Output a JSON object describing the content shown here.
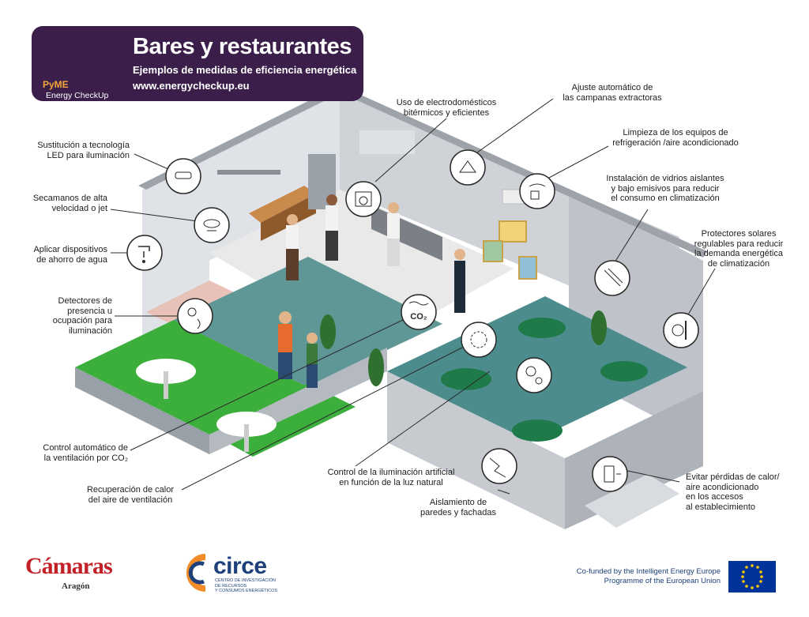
{
  "header": {
    "brand_top": "PyME",
    "brand_sub": "Energy CheckUp",
    "title": "Bares y restaurantes",
    "subtitle": "Ejemplos de medidas de eficiencia energética",
    "url": "www.energycheckup.eu"
  },
  "labels": {
    "led": "Sustitución a tecnología\nLED para iluminación",
    "secamanos": "Secamanos de alta\nvelocidad o jet",
    "agua": "Aplicar dispositivos\nde ahorro de agua",
    "detectores": "Detectores de\npresencia u\nocupación para\niluminación",
    "co2": "Control automático de\nla ventilación por CO₂",
    "recuperacion": "Recuperación de calor\ndel aire de ventilación",
    "electro": "Uso de electrodomésticos\nbitérmicos y eficientes",
    "campanas": "Ajuste automático de\nlas campanas extractoras",
    "limpieza": "Limpieza de los equipos de\nrefrigeración /aire acondicionado",
    "vidrios": "Instalación de vidrios aislantes\ny bajo emisivos para reducir\nel consumo en climatización",
    "protectores": "Protectores solares\nregulables para reducir\nla demanda energética\nde climatización",
    "iluminacion_natural": "Control de la iluminación artificial\nen función de la luz natural",
    "aislamiento": "Aislamiento de\nparedes y fachadas",
    "perdidas": "Evitar pérdidas de calor/\naire acondicionado\nen los accesos\nal establecimiento"
  },
  "icon_texts": {
    "co2": "CO₂"
  },
  "footer": {
    "camaras": "Cámaras",
    "aragon": "Aragón",
    "circe": "circe",
    "circe_sub": "CENTRO DE INVESTIGACIÓN\nDE RECURSOS\nY CONSUMOS ENERGÉTICOS",
    "eu_text": "Co-funded by the Intelligent Energy Europe\nProgramme of the European Union"
  },
  "colors": {
    "header_bg": "#3b1f4a",
    "accent_orange": "#f4a43a",
    "floor_green": "#3cae3c",
    "floor_teal": "#4d8c8c",
    "wall_grey": "#c9ccd1",
    "eu_blue": "#003399",
    "camaras_red": "#c32128",
    "circe_blue": "#1d3f7a"
  }
}
